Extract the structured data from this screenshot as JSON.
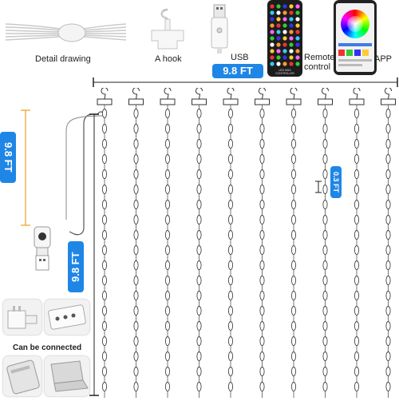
{
  "top_labels": {
    "detail": "Detail drawing",
    "hook": "A hook",
    "usb": "USB",
    "remote": "Remote\ncontrol",
    "app": "APP"
  },
  "measurements": {
    "width": "9.8 FT",
    "height_left": "9.8 FT",
    "height_right": "9.8 FT",
    "spacing": "0.3 FT"
  },
  "connect_label": "Can be connected",
  "remote_footer": "LED DMX CONTROLLER",
  "colors": {
    "accent": "#1f86e6",
    "orange": "#e8a020",
    "wire": "#555555",
    "remote_body": "#1c1c1c"
  },
  "icons": [
    "hook-icon",
    "usb-plug-icon",
    "remote-control-icon",
    "phone-app-icon",
    "wall-adapter-icon",
    "power-strip-icon",
    "power-bank-icon",
    "laptop-icon"
  ]
}
